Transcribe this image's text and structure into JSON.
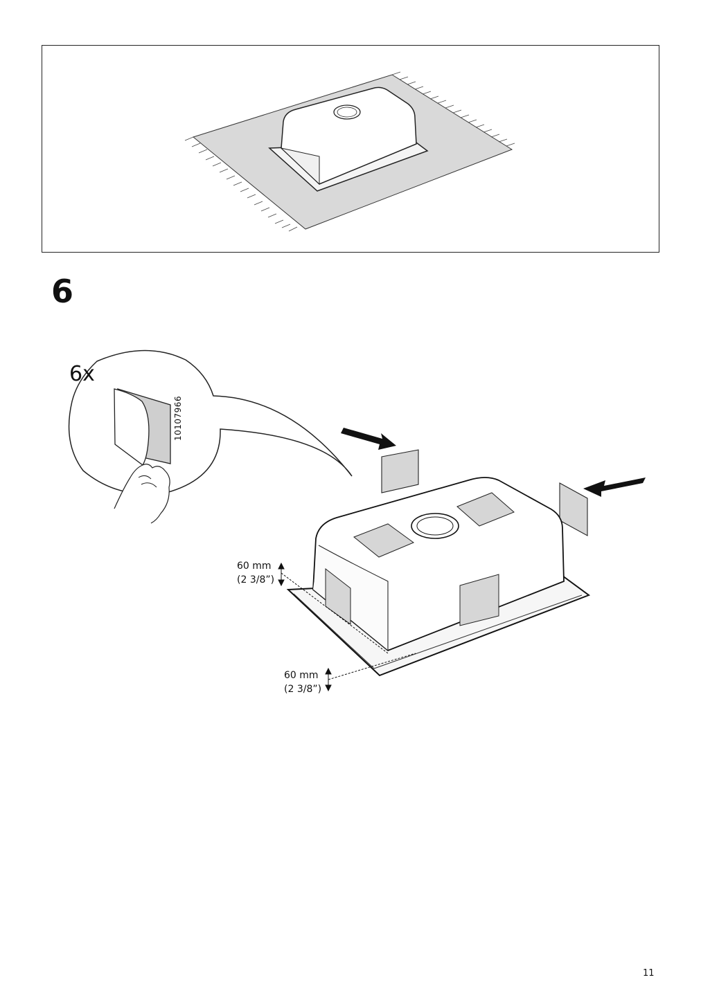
{
  "step": {
    "number": "6"
  },
  "callout": {
    "quantity": "6x",
    "part_number": "10107966"
  },
  "dimensions": {
    "side": {
      "metric": "60 mm",
      "imperial": "(2 3/8”)"
    },
    "front": {
      "metric": "60 mm",
      "imperial": "(2 3/8”)"
    }
  },
  "page": {
    "number": "11"
  },
  "colors": {
    "line": "#1a1a1a",
    "pad_gray": "#d6d6d6",
    "blanket_gray": "#d9d9d9"
  }
}
